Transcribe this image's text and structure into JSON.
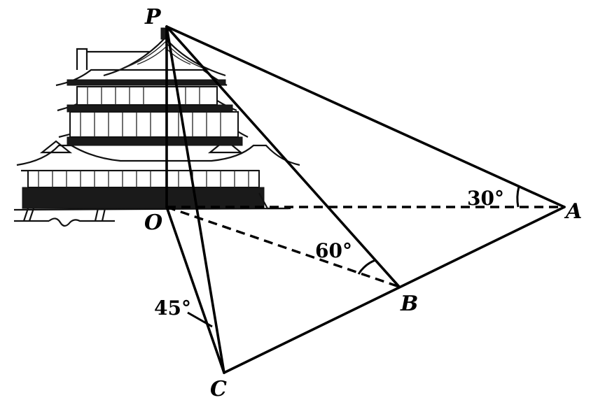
{
  "figure": {
    "points": {
      "P": "P",
      "O": "O",
      "A": "A",
      "B": "B",
      "C": "C"
    },
    "angles": {
      "at_A": "30°",
      "at_B": "60°",
      "at_C": "45°"
    },
    "building": "pagoda-illustration",
    "colors": {
      "ink": "#000000",
      "background": "#ffffff"
    }
  }
}
